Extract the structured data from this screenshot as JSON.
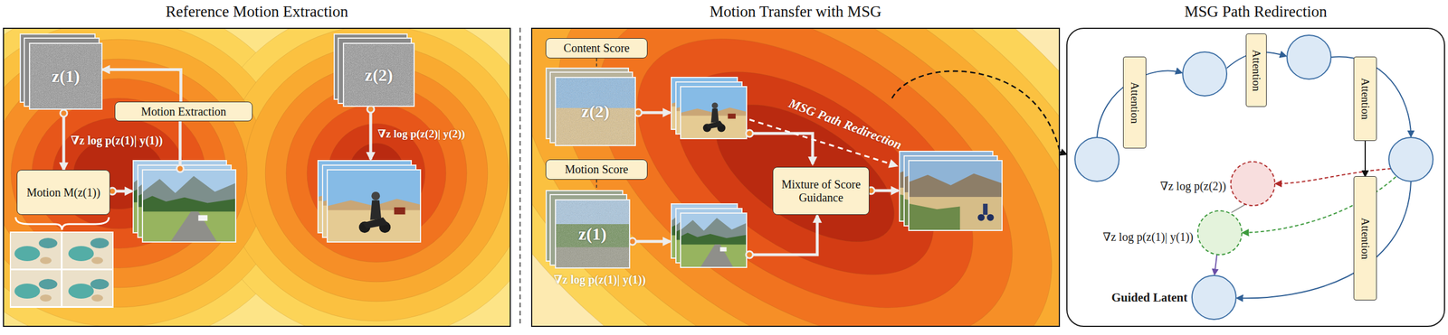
{
  "diagram": {
    "nodes": [
      {
        "text": [
          "Reference Motion Extraction"
        ]
      },
      {
        "text": [
          "z(1)"
        ],
        "in": 0
      },
      {
        "text": [
          "Motion Extraction"
        ],
        "in": 0
      },
      {
        "text": [
          "Motion M(z(1))"
        ],
        "in": 0
      },
      {
        "text": [
          "z(2)"
        ],
        "in": 0
      },
      {
        "text": [
          "Motion Transfer with MSG"
        ]
      },
      {
        "text": [
          "Content Score"
        ],
        "in": 5
      },
      {
        "text": [
          "z(2)"
        ],
        "in": 5
      },
      {
        "text": [
          "Motion Score"
        ],
        "in": 5
      },
      {
        "text": [
          "z(1)"
        ],
        "in": 5
      },
      {
        "text": [
          "Mixture of Score Guidance"
        ],
        "in": 5
      },
      {
        "text": [
          "MSG Path Redirection"
        ]
      },
      {
        "text": [
          "Attention"
        ],
        "in": 11
      },
      {
        "text": [
          "Attention"
        ],
        "in": 11
      },
      {
        "text": [
          "Attention"
        ],
        "in": 11
      },
      {
        "text": [
          "Attention"
        ],
        "in": 11
      }
    ],
    "edges": [
      {
        "from": 2,
        "to": 1,
        "arrow": "to"
      },
      {
        "from": 1,
        "to": 3,
        "label": "∇z log p(z(1)| y(1))",
        "arrow": "to"
      },
      {
        "from": 6,
        "to": 7,
        "arrow": "none"
      },
      {
        "from": 8,
        "to": 9,
        "arrow": "none"
      },
      {
        "from": 5,
        "to": 11,
        "arrow": "to"
      },
      {
        "from": 14,
        "to": 15,
        "arrow": "to"
      }
    ],
    "labels": [
      "∇z log p(z(2)| y(2))",
      "∇z log p(z(1)| y(1))",
      "MSG Path Redirection",
      "∇z log p(z(2))",
      "∇z log p(z(1)| y(1))",
      "Guided Latent"
    ]
  }
}
